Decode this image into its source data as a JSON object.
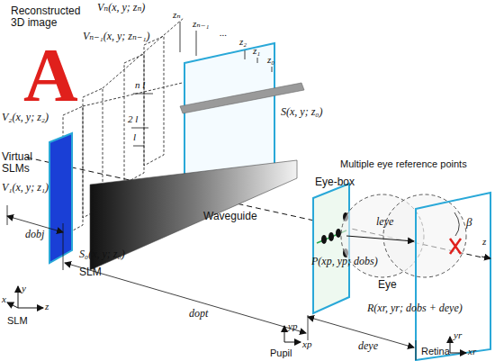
{
  "diagram": {
    "labels": [
      "Reconstructed 3D image",
      "A",
      "Vₙ(x, y; zₙ)",
      "Vₙ₋₁(x, y; zₙ₋₁)",
      "zₙ",
      "zₙ₋₁",
      "...",
      "z₂",
      "z₁",
      "z₀",
      "n l",
      "2 l",
      "l",
      "V₂(x, y; z₂)",
      "Virtual SLMs",
      "V₁(x, y; z₁)",
      "S(x, y; z₀)",
      "S₀(x, y; z₀)",
      "SLM",
      "Waveguide",
      "Multiple eye reference points",
      "Eye-box",
      "P(xp, yp; dobs)",
      "leye",
      "β",
      "Eye",
      "R(xr, yr; dobs + deye)",
      "dobj",
      "dopt",
      "deye",
      "y",
      "x",
      "z",
      "SLM",
      "yp",
      "xp",
      "Pupil",
      "yr",
      "xr",
      "Retina",
      "z"
    ]
  }
}
